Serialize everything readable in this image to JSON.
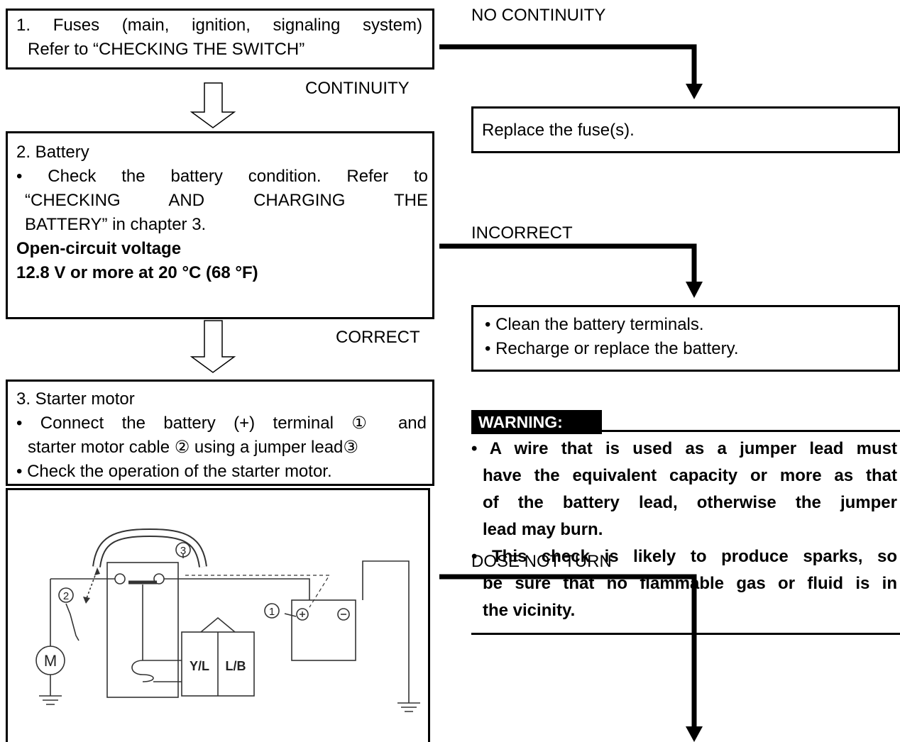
{
  "step1": {
    "lines": [
      "1. Fuses (main, ignition, signaling system)",
      "Refer to “CHECKING THE SWITCH”"
    ]
  },
  "step2": {
    "title": "2. Battery",
    "lines": [
      "• Check the battery condition. Refer to",
      "“CHECKING AND CHARGING THE",
      "BATTERY” in chapter 3."
    ],
    "spec_label": "Open-circuit voltage",
    "spec_value": "12.8 V or more at 20 °C (68 °F)"
  },
  "step3": {
    "title": "3. Starter motor",
    "lines": [
      "• Connect the battery (+) terminal ① and",
      "starter motor cable ② using a jumper lead③",
      "• Check the operation of the starter motor."
    ]
  },
  "branches": {
    "continuity": "CONTINUITY",
    "no_continuity": "NO CONTINUITY",
    "correct": "CORRECT",
    "incorrect": "INCORRECT",
    "does_not_turn": "DOSE NOT TURN"
  },
  "actions": {
    "replace_fuse": "Replace the fuse(s).",
    "battery_1": "• Clean the battery terminals.",
    "battery_2": "• Recharge or replace the battery."
  },
  "warning": {
    "label": "WARNING:",
    "lines": [
      "• A wire that is used as a jumper lead must",
      "have the equivalent capacity or more as that",
      "of the battery lead, otherwise the jumper",
      "lead may burn.",
      "• This check is likely to produce sparks, so",
      "be sure that no flammable gas or fluid is in",
      "the vicinity."
    ]
  },
  "schematic": {
    "callouts": [
      "1",
      "2",
      "3"
    ],
    "motor": "M",
    "connector_left": "Y/L",
    "connector_right": "L/B",
    "plus": "+",
    "minus": "−"
  }
}
